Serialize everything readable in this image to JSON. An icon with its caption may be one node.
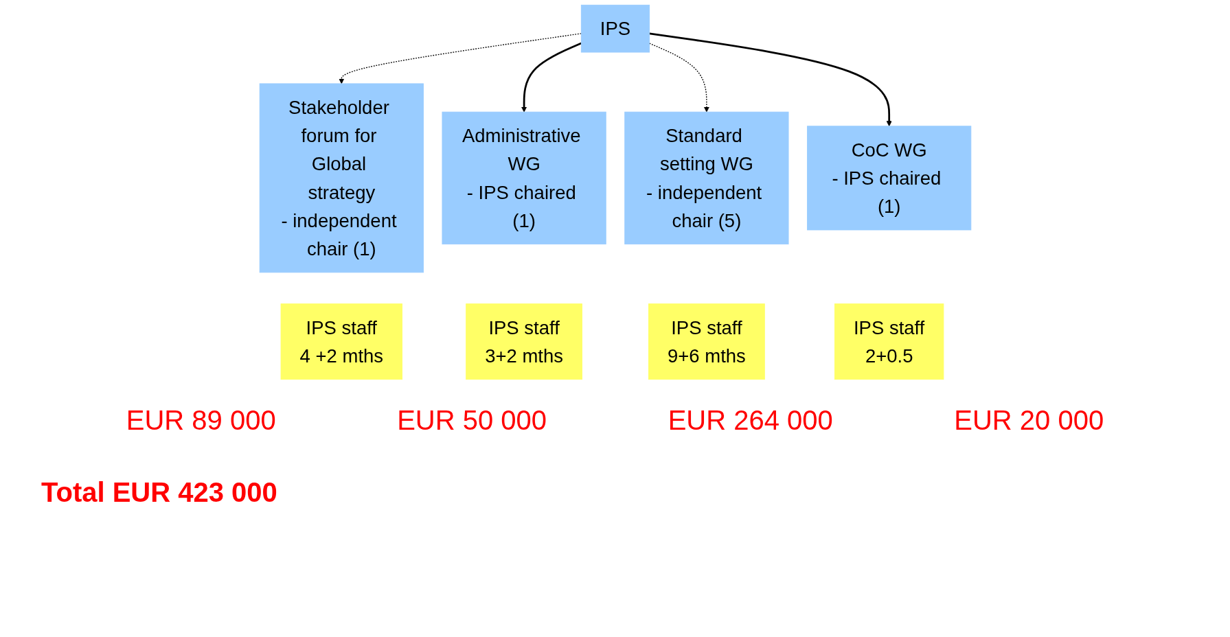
{
  "diagram": {
    "nodes": [
      {
        "text": [
          "IPS"
        ]
      },
      {
        "text": [
          "Stakeholder forum for Global strategy",
          "- independent chair (1)"
        ]
      },
      {
        "text": [
          "Administrative WG",
          "- IPS chaired (1)"
        ]
      },
      {
        "text": [
          "Standard setting WG",
          "- independent chair (5)"
        ]
      },
      {
        "text": [
          "CoC WG",
          "- IPS chaired (1)"
        ]
      },
      {
        "text": [
          "IPS staff",
          "4 +2 mths"
        ]
      },
      {
        "text": [
          "IPS staff",
          "3+2 mths"
        ]
      },
      {
        "text": [
          "IPS staff",
          "9+6 mths"
        ]
      },
      {
        "text": [
          "IPS staff",
          "2+0.5"
        ]
      }
    ],
    "edges": [
      {
        "from": 0,
        "to": 1,
        "arrow": "to",
        "style": "dashed"
      },
      {
        "from": 0,
        "to": 2,
        "arrow": "to"
      },
      {
        "from": 0,
        "to": 3,
        "arrow": "to",
        "style": "dashed"
      },
      {
        "from": 0,
        "to": 4,
        "arrow": "to"
      }
    ],
    "labels": [
      "EUR 89 000",
      "EUR 50 000",
      "EUR 264 000",
      "EUR 20 000",
      "Total EUR 423 000"
    ]
  }
}
